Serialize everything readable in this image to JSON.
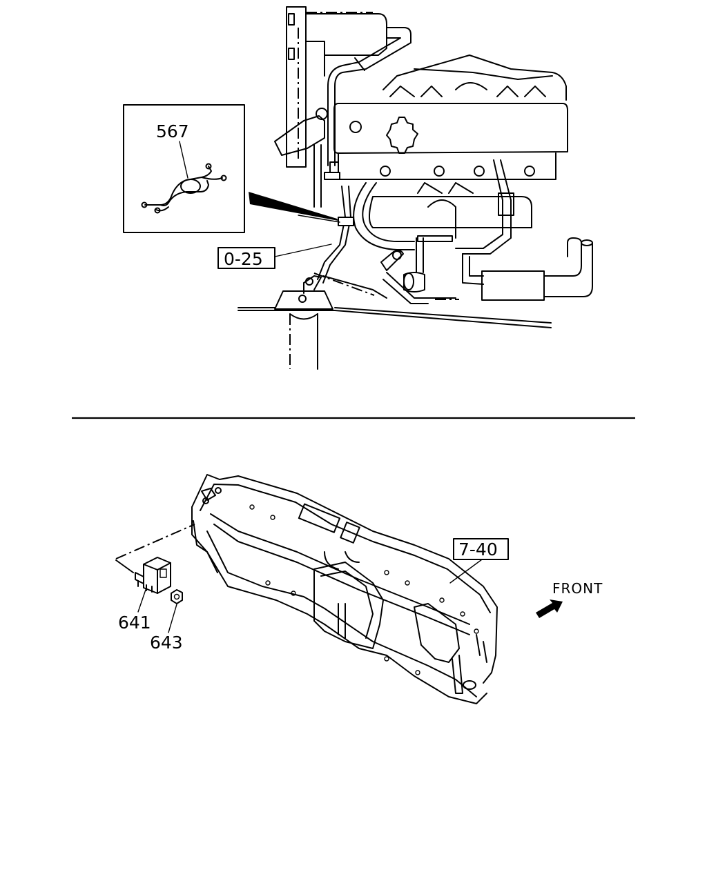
{
  "callouts": {
    "c567": "567",
    "c025": "0-25",
    "c740": "7-40",
    "c641": "641",
    "c643": "643"
  },
  "direction": {
    "text": "FRONT"
  }
}
